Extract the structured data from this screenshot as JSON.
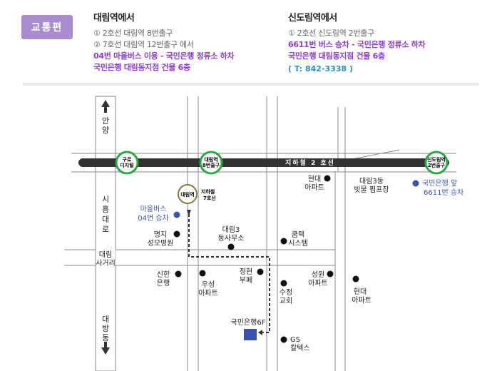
{
  "header": {
    "badge": "교통편"
  },
  "routes": [
    {
      "title": "대림역에서",
      "lines": [
        "①  2호선 대림역 8번출구",
        "②  7호선 대림역 12번출구 에서"
      ],
      "highlight": [
        "04번 마을버스 이용 - 국민은행 정류소 하차",
        "국민은행 대림동지점 건물 6층"
      ]
    },
    {
      "title": "신도림역에서",
      "lines": [
        "①  2호선 신도림역 2번출구"
      ],
      "highlight": [
        "6611번 버스 승차 - 국민은행 정류소 하차",
        "국민은행 대림동지점 건물 6층"
      ],
      "tel": "( T: 842-3338 )"
    }
  ],
  "map": {
    "subway_line": "지하철 2 호선",
    "stations": {
      "guro": [
        "구로",
        "디지털"
      ],
      "daerim": [
        "대림역",
        "8번출구"
      ],
      "sindorim": [
        "신도림역",
        "2번출구"
      ],
      "daerim7": "대림역"
    },
    "line7": [
      "지하철",
      "7호선"
    ],
    "directions": {
      "top": [
        "안",
        "양"
      ],
      "bottom": [
        "대",
        "방",
        "동"
      ]
    },
    "road_left": [
      "시",
      "흥",
      "대",
      "로"
    ],
    "intersection": [
      "대림",
      "사거리"
    ],
    "bus_stop_left": [
      "마을버스",
      "04번 승차"
    ],
    "bus_stop_right": [
      "국민은행 앞",
      "6611번 승차"
    ],
    "landmarks": {
      "hyundai1": [
        "현대",
        "아파트"
      ],
      "daerim3_building": [
        "대림3동",
        "빗물 펌프장"
      ],
      "myeongji": [
        "명지",
        "성모병원"
      ],
      "office": [
        "대림3",
        "동사무소"
      ],
      "kumtek": [
        "쿰텍",
        "시스템"
      ],
      "shinhan": [
        "신한",
        "은행"
      ],
      "woosung": [
        "우성",
        "아파트"
      ],
      "jeonghyeon": [
        "정현",
        "부페"
      ],
      "suseong": [
        "수정",
        "교회"
      ],
      "seongwon": [
        "성원",
        "아파트"
      ],
      "hyundai2": [
        "현대",
        "아파트"
      ],
      "kb": "국민은행6F",
      "gs": [
        "GS",
        "칼텍스"
      ]
    },
    "colors": {
      "subway": "#333333",
      "road": "#d9d9d9",
      "station_ring": "#2aa845",
      "line7_ring": "#8a7a3a",
      "route_path": "#333333",
      "destination": "#3a55b0",
      "bus_dot": "#3a55b0"
    }
  }
}
